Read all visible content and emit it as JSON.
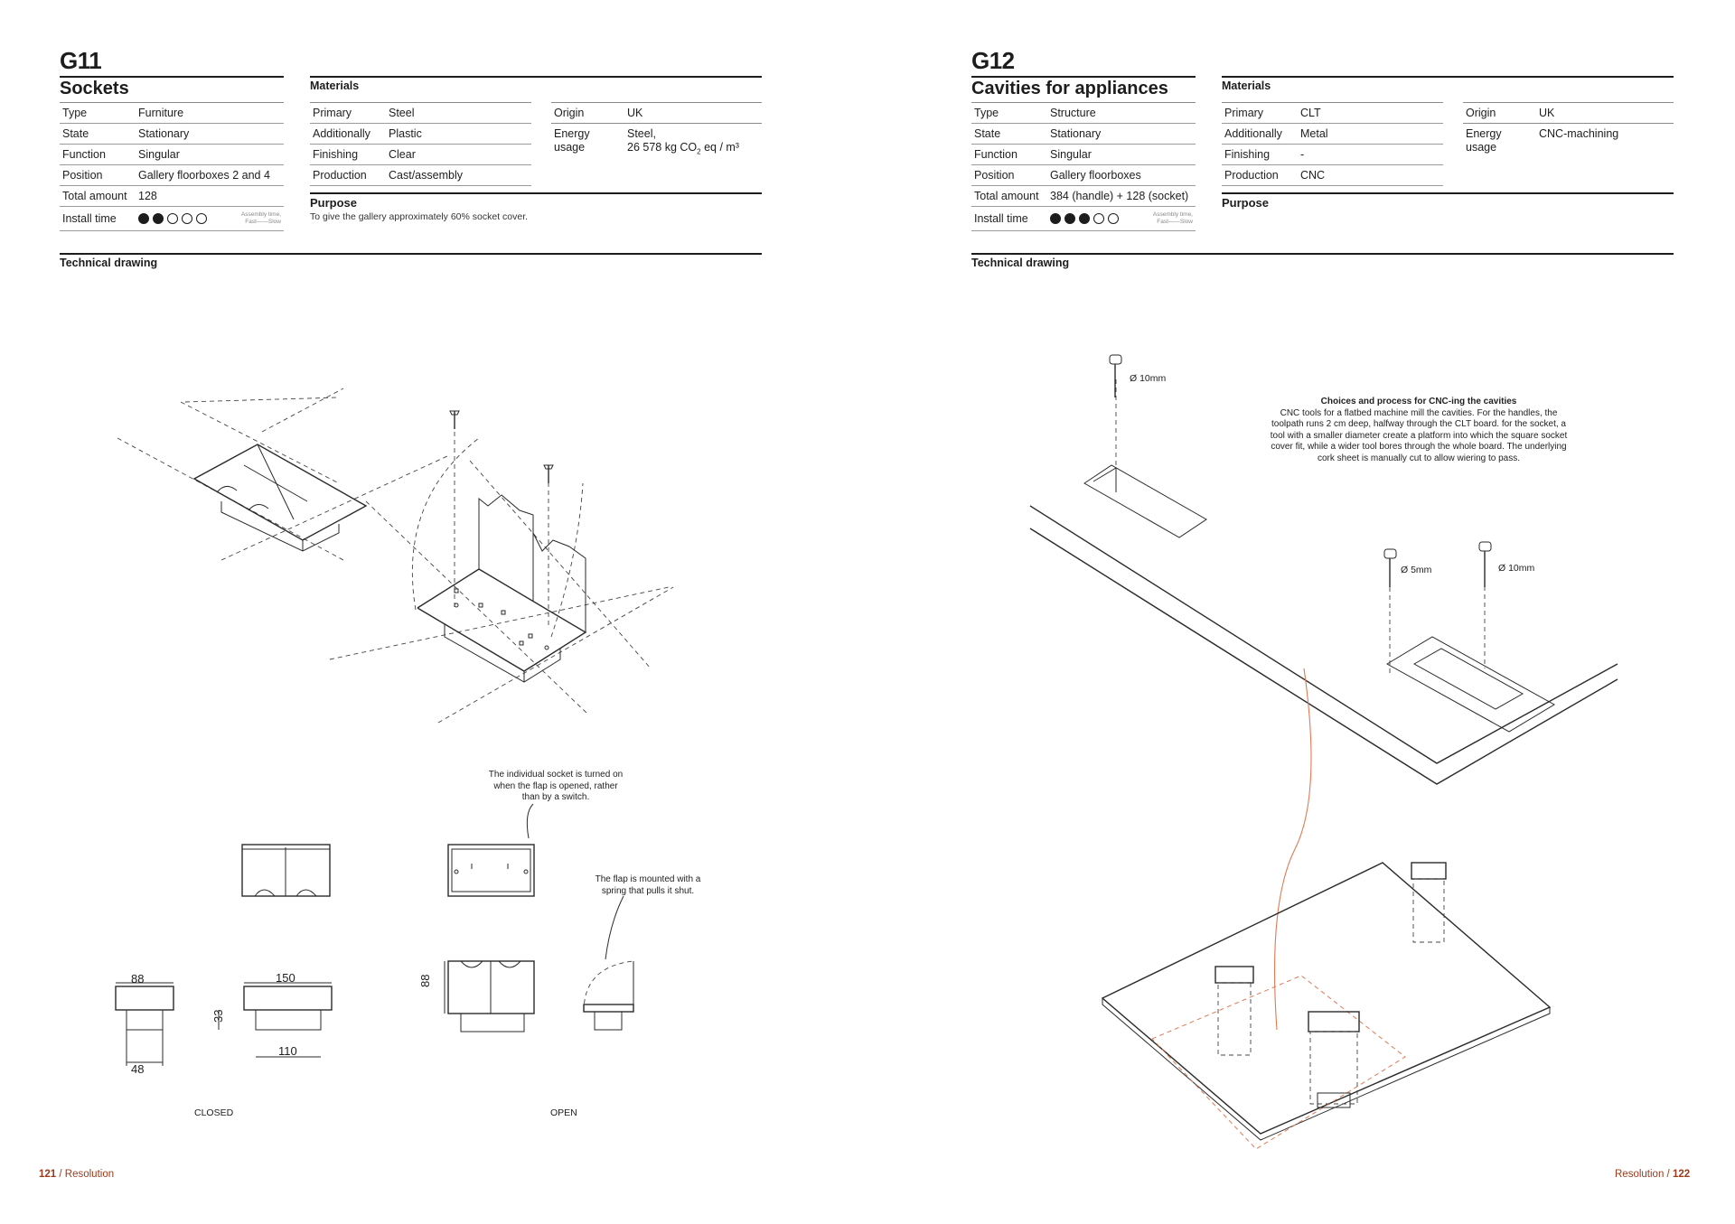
{
  "left": {
    "code": "G11",
    "title": "Sockets",
    "spec": [
      {
        "k": "Type",
        "v": "Furniture"
      },
      {
        "k": "State",
        "v": "Stationary"
      },
      {
        "k": "Function",
        "v": "Singular"
      },
      {
        "k": "Position",
        "v": "Gallery floorboxes 2 and 4"
      },
      {
        "k": "Total amount",
        "v": "128"
      }
    ],
    "install_label": "Install time",
    "install_level": 2,
    "install_max": 5,
    "scale_top": "Assembly time,",
    "scale_bottom": "Fast——Slow",
    "materials_label": "Materials",
    "materials": [
      {
        "k": "Primary",
        "v": "Steel"
      },
      {
        "k": "Additionally",
        "v": "Plastic"
      },
      {
        "k": "Finishing",
        "v": "Clear"
      },
      {
        "k": "Production",
        "v": "Cast/assembly"
      }
    ],
    "origin_label": "Origin",
    "origin_value": "UK",
    "energy_label": "Energy usage",
    "energy_value_1": "Steel,",
    "energy_value_2": "26 578 kg CO",
    "energy_sub": "2",
    "energy_value_3": " eq / m³",
    "purpose_label": "Purpose",
    "purpose_text": "To give the gallery approximately 60% socket cover.",
    "tech_label": "Technical drawing",
    "note_socket": "The individual socket is turned on when the flap is opened, rather than by a switch.",
    "note_flap": "The flap is mounted with a spring that pulls it shut.",
    "label_closed": "CLOSED",
    "label_open": "OPEN",
    "dims": {
      "d88a": "88",
      "d150": "150",
      "d33": "33",
      "d110": "110",
      "d48": "48",
      "d88b": "88"
    },
    "page_number": "121",
    "section": "Resolution"
  },
  "right": {
    "code": "G12",
    "title": "Cavities for appliances",
    "spec": [
      {
        "k": "Type",
        "v": "Structure"
      },
      {
        "k": "State",
        "v": "Stationary"
      },
      {
        "k": "Function",
        "v": "Singular"
      },
      {
        "k": "Position",
        "v": "Gallery floorboxes"
      },
      {
        "k": "Total amount",
        "v": "384 (handle) + 128 (socket)"
      }
    ],
    "install_label": "Install time",
    "install_level": 3,
    "install_max": 5,
    "scale_top": "Assembly time,",
    "scale_bottom": "Fast——Slow",
    "materials_label": "Materials",
    "materials": [
      {
        "k": "Primary",
        "v": "CLT"
      },
      {
        "k": "Additionally",
        "v": "Metal"
      },
      {
        "k": "Finishing",
        "v": "-"
      },
      {
        "k": "Production",
        "v": "CNC"
      }
    ],
    "origin_label": "Origin",
    "origin_value": "UK",
    "energy_label": "Energy usage",
    "energy_value": "CNC-machining",
    "purpose_label": "Purpose",
    "tech_label": "Technical drawing",
    "note_title": "Choices and process for CNC-ing the cavities",
    "note_body": "CNC tools for a flatbed machine mill the cavities. For the handles, the toolpath runs 2 cm deep, halfway through the CLT board. for the socket, a tool with a smaller diameter create a platform into which the square socket cover fit, while a wider tool bores through the whole board. The underlying cork sheet is manually cut to allow wiering to pass.",
    "dia1": "Ø 10mm",
    "dia2": "Ø 5mm",
    "dia3": "Ø 10mm",
    "section": "Resolution",
    "page_number": "122"
  }
}
